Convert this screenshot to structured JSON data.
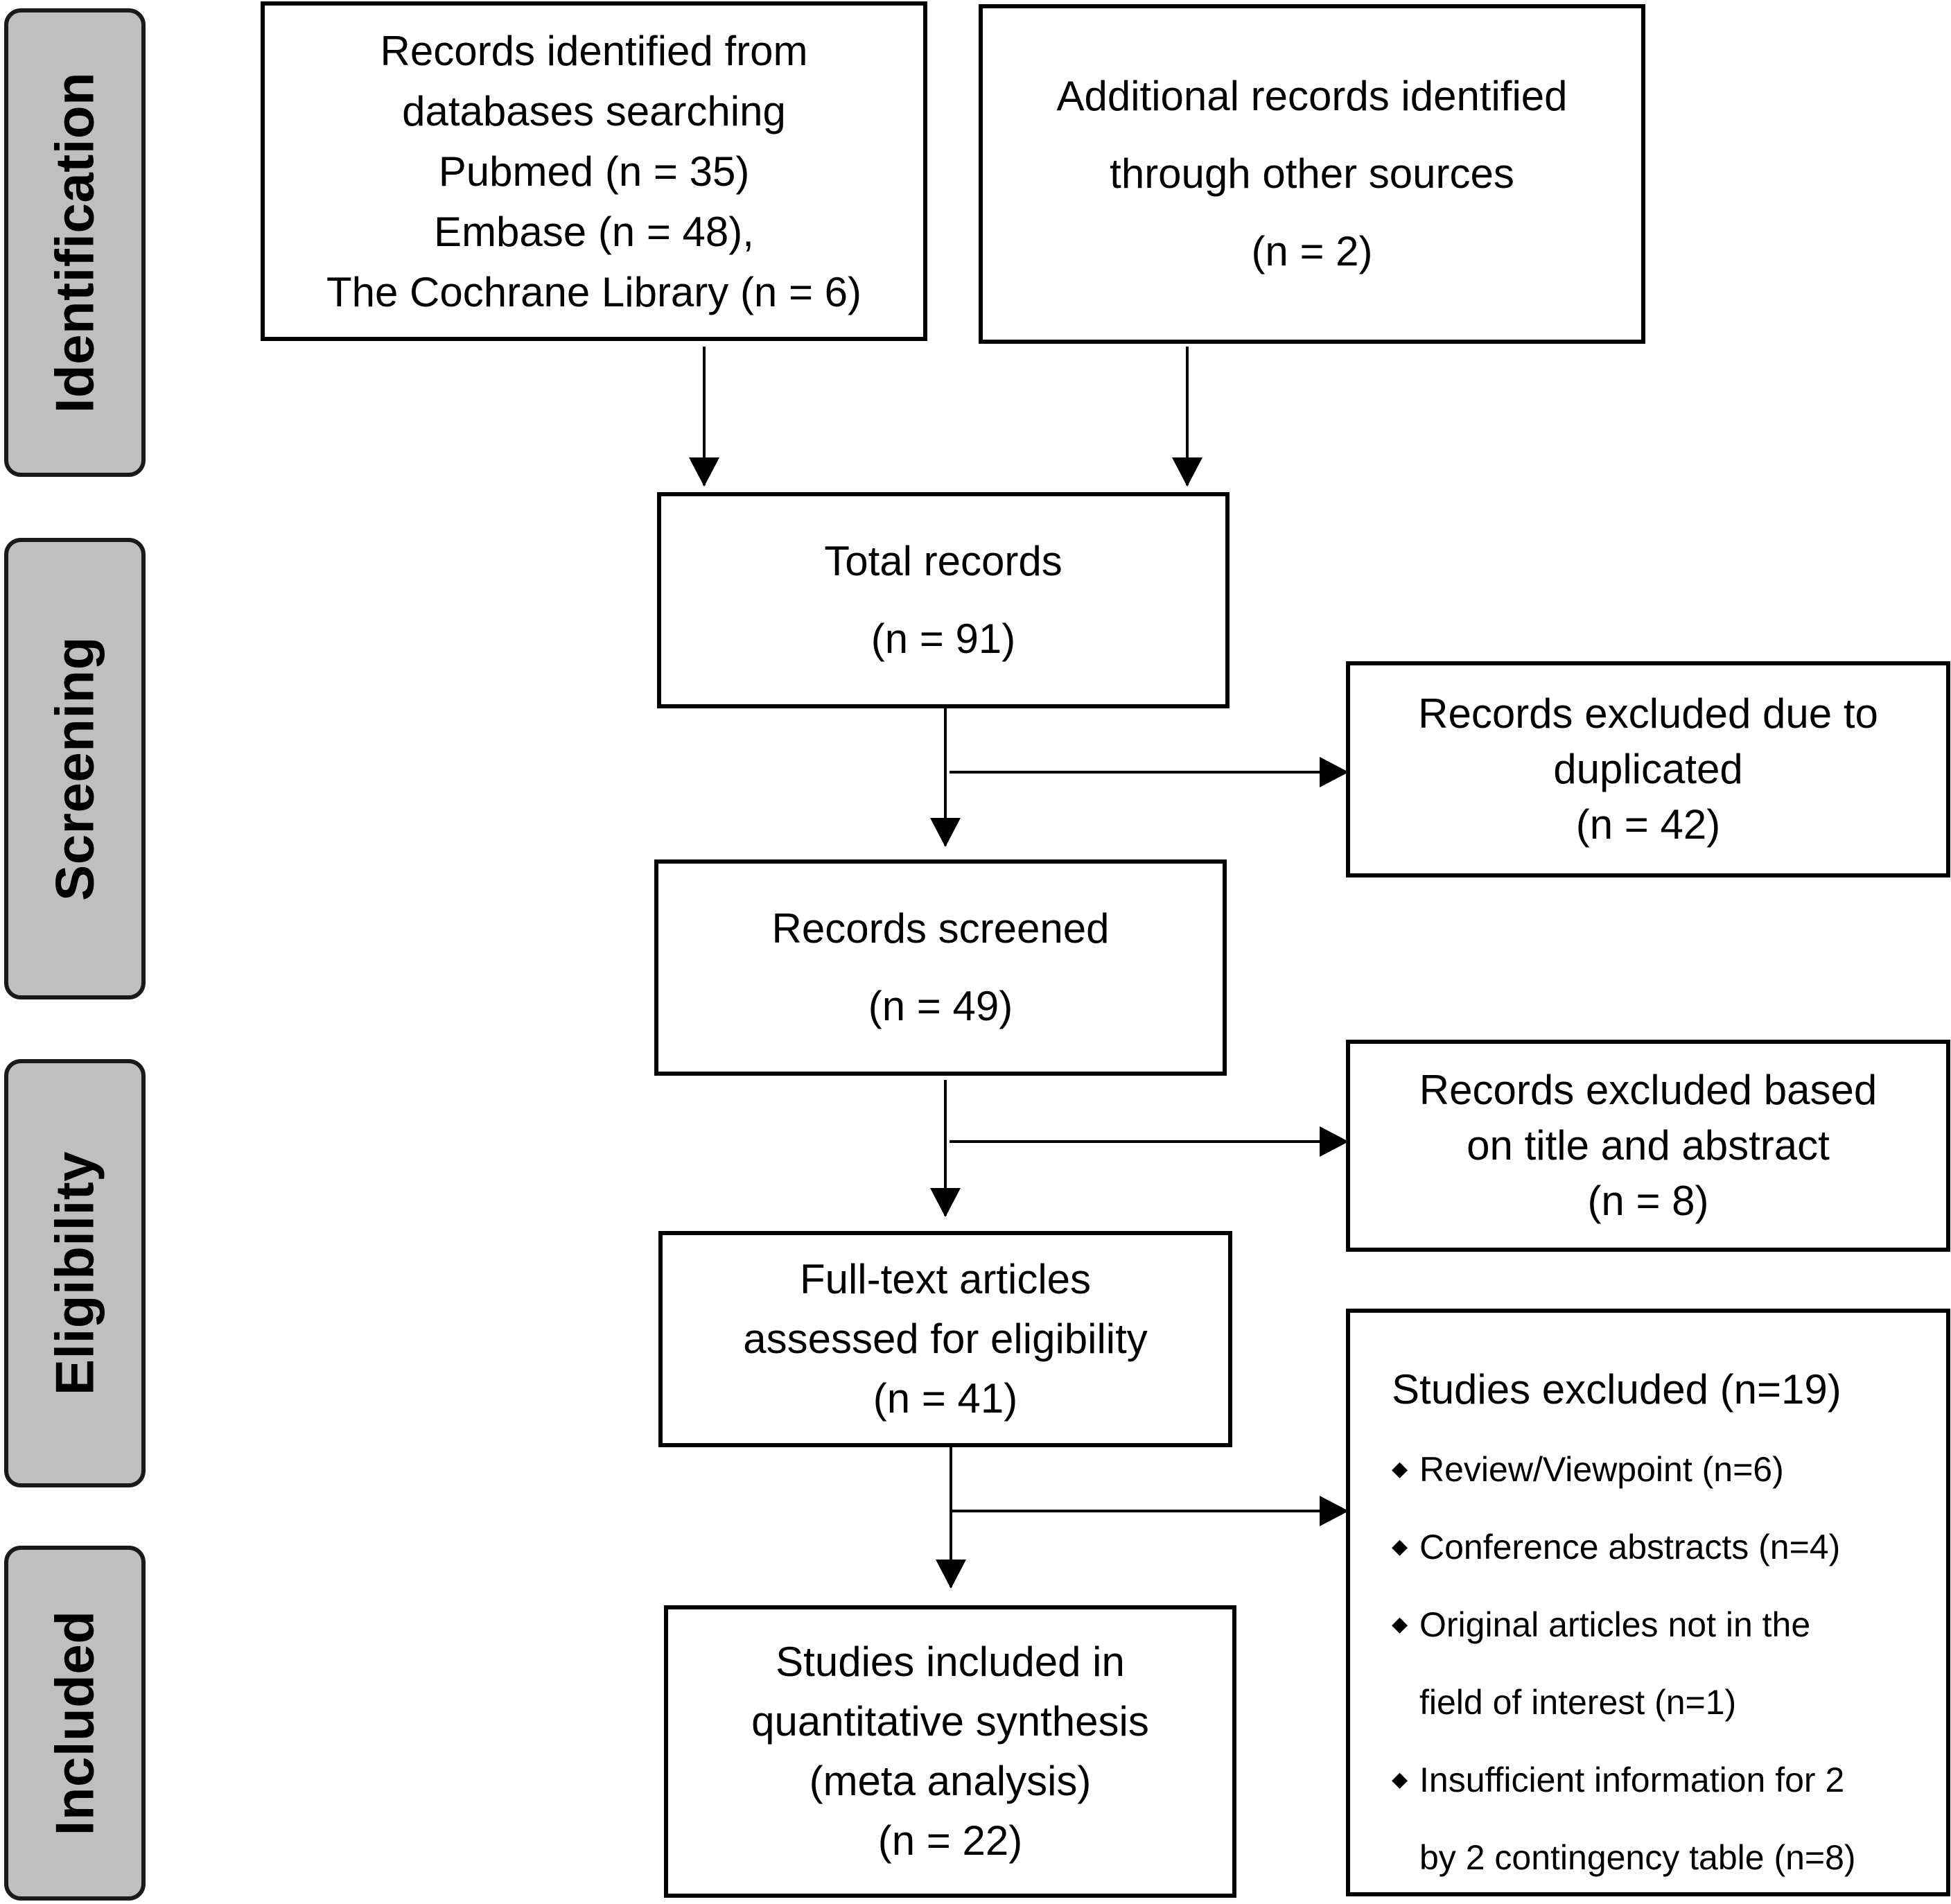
{
  "phases": {
    "identification": "Identification",
    "screening": "Screening",
    "eligibility": "Eligibility",
    "included": "Included"
  },
  "boxes": {
    "databases": [
      "Records identified from",
      "databases searching",
      "Pubmed (n = 35)",
      "Embase (n = 48),",
      "The Cochrane Library (n = 6)"
    ],
    "other_sources": [
      "Additional records identified",
      "through other sources",
      "(n = 2)"
    ],
    "total": [
      "Total records",
      "(n = 91)"
    ],
    "excluded_duplicates": [
      "Records excluded due to",
      "duplicated",
      "(n = 42)"
    ],
    "screened": [
      "Records screened",
      "(n = 49)"
    ],
    "excluded_title": [
      "Records excluded based",
      "on title and abstract",
      "(n = 8)"
    ],
    "fulltext": [
      "Full-text articles",
      "assessed for eligibility",
      "(n = 41)"
    ],
    "included": [
      "Studies included in",
      "quantitative synthesis",
      "(meta analysis)",
      "(n = 22)"
    ]
  },
  "studies_excluded": {
    "title": "Studies excluded (n=19)",
    "bullet_glyph": "◆",
    "items": [
      [
        "Review/Viewpoint (n=6)"
      ],
      [
        "Conference abstracts (n=4)"
      ],
      [
        "Original articles not in the",
        "field of interest (n=1)"
      ],
      [
        "Insufficient information for 2",
        "by 2 contingency table (n=8)"
      ]
    ]
  }
}
